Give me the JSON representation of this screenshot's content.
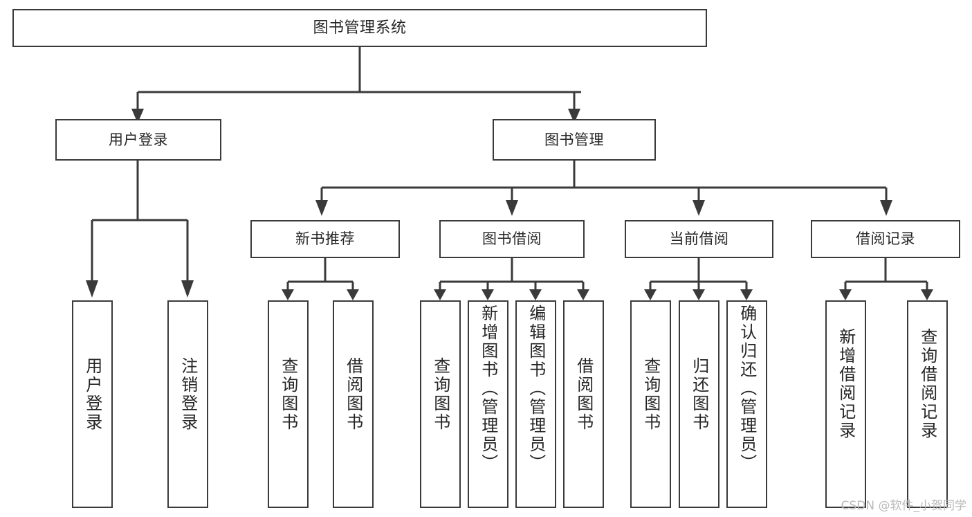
{
  "diagram": {
    "title": "图书管理系统",
    "root": {
      "id": "root",
      "label": "图书管理系统"
    },
    "level1": [
      {
        "id": "user-login",
        "label": "用户登录"
      },
      {
        "id": "book-manage",
        "label": "图书管理"
      }
    ],
    "level2": [
      {
        "id": "new-book-rec",
        "label": "新书推荐",
        "parent": "book-manage"
      },
      {
        "id": "book-borrow",
        "label": "图书借阅",
        "parent": "book-manage"
      },
      {
        "id": "current-borrow",
        "label": "当前借阅",
        "parent": "book-manage"
      },
      {
        "id": "borrow-record",
        "label": "借阅记录",
        "parent": "book-manage"
      }
    ],
    "leaves": [
      {
        "id": "leaf-user-login",
        "label": "用户登录",
        "parent": "user-login"
      },
      {
        "id": "leaf-user-logout",
        "label": "注销登录",
        "parent": "user-login"
      },
      {
        "id": "leaf-query-book-1",
        "label": "查询图书",
        "parent": "new-book-rec"
      },
      {
        "id": "leaf-borrow-book-1",
        "label": "借阅图书",
        "parent": "new-book-rec"
      },
      {
        "id": "leaf-query-book-2",
        "label": "查询图书",
        "parent": "book-borrow"
      },
      {
        "id": "leaf-add-book",
        "label": "新增图书（管理员）",
        "parent": "book-borrow"
      },
      {
        "id": "leaf-edit-book",
        "label": "编辑图书（管理员）",
        "parent": "book-borrow"
      },
      {
        "id": "leaf-borrow-book-2",
        "label": "借阅图书",
        "parent": "book-borrow"
      },
      {
        "id": "leaf-query-book-3",
        "label": "查询图书",
        "parent": "current-borrow"
      },
      {
        "id": "leaf-return-book",
        "label": "归还图书",
        "parent": "current-borrow"
      },
      {
        "id": "leaf-confirm-return",
        "label": "确认归还（管理员）",
        "parent": "current-borrow"
      },
      {
        "id": "leaf-add-record",
        "label": "新增借阅记录",
        "parent": "borrow-record"
      },
      {
        "id": "leaf-query-record",
        "label": "查询借阅记录",
        "parent": "borrow-record"
      }
    ]
  },
  "watermark": {
    "text": "CSDN @软件_小贺同学"
  },
  "colors": {
    "border": "#3a3a3a",
    "text": "#262626",
    "background": "#ffffff",
    "connector": "#3a3a3a",
    "watermark": "#b9b9b9"
  }
}
